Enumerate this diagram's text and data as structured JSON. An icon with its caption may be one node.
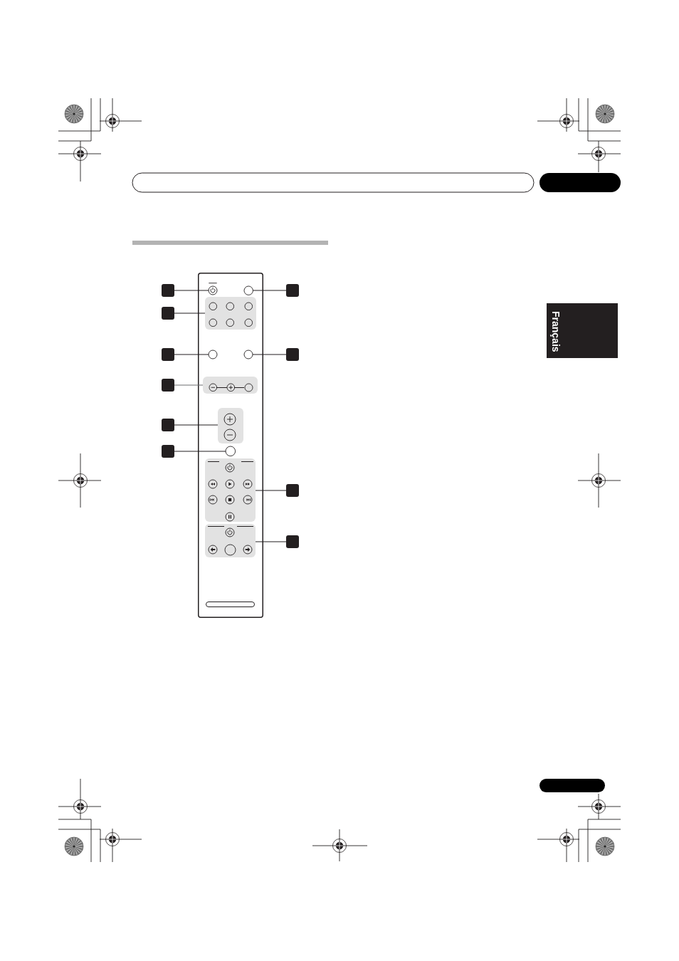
{
  "diagram": {
    "nodes": [
      {
        "text": [],
        "shape": "box"
      },
      {
        "text": [],
        "shape": "box"
      },
      {
        "text": [],
        "shape": "box"
      },
      {
        "text": [],
        "shape": "box"
      },
      {
        "text": [],
        "shape": "box"
      },
      {
        "text": [],
        "shape": "box"
      },
      {
        "text": [],
        "shape": "box"
      },
      {
        "text": [],
        "shape": "box"
      },
      {
        "text": [],
        "shape": "box"
      },
      {
        "text": [],
        "shape": "box"
      },
      {
        "text": [],
        "shape": "box"
      },
      {
        "text": [],
        "shape": "box"
      },
      {
        "text": [],
        "shape": "circle",
        "in": 11
      },
      {
        "text": [],
        "shape": "circle",
        "in": 11
      },
      {
        "text": [],
        "shape": "box",
        "in": 11
      },
      {
        "text": [],
        "shape": "circle",
        "in": 11
      },
      {
        "text": [],
        "shape": "circle",
        "in": 11
      },
      {
        "text": [],
        "shape": "box",
        "in": 11
      },
      {
        "text": [],
        "shape": "box",
        "in": 11
      },
      {
        "text": [],
        "shape": "circle",
        "in": 11
      },
      {
        "text": [],
        "shape": "box",
        "in": 11
      },
      {
        "text": [],
        "shape": "box",
        "in": 11
      },
      {
        "text": [
          "Français"
        ]
      },
      {
        "text": [],
        "shape": "box"
      }
    ],
    "edges": [
      {
        "from": 1,
        "to": 12,
        "arrow": "none"
      },
      {
        "from": 2,
        "to": 13,
        "arrow": "none"
      },
      {
        "from": 3,
        "to": 14,
        "arrow": "none"
      },
      {
        "from": 4,
        "to": 15,
        "arrow": "none"
      },
      {
        "from": 5,
        "to": 16,
        "arrow": "none"
      },
      {
        "from": 6,
        "to": 17,
        "arrow": "none",
        "color": "#6d6e71"
      },
      {
        "from": 7,
        "to": 18,
        "arrow": "none"
      },
      {
        "from": 8,
        "to": 19,
        "arrow": "none"
      },
      {
        "from": 9,
        "to": 20,
        "arrow": "none"
      },
      {
        "from": 10,
        "to": 21,
        "arrow": "none"
      }
    ]
  }
}
